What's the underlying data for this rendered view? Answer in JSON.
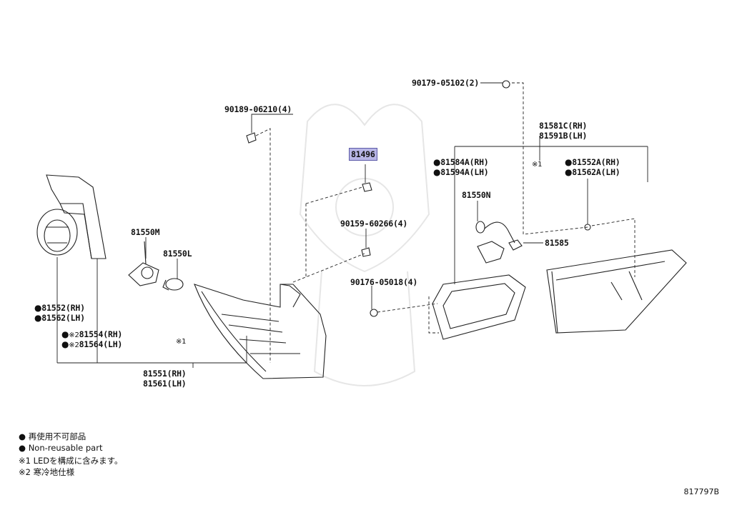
{
  "parts": {
    "p81496": "81496",
    "p90179": "90179-05102(2)",
    "p90189": "90189-06210(4)",
    "p90159": "90159-60266(4)",
    "p90176": "90176-05018(4)",
    "p81581c": "81581C(RH)",
    "p81591b": "81591B(LH)",
    "p81584a": "81584A(RH)",
    "p81594a": "81594A(LH)",
    "p81552a": "81552A(RH)",
    "p81562a": "81562A(LH)",
    "p81550n": "81550N",
    "p81585": "81585",
    "p81550m": "81550M",
    "p81550l": "81550L",
    "p81552": "81552(RH)",
    "p81562": "81562(LH)",
    "p81554": "81554(RH)",
    "p81564": "81564(LH)",
    "p81551": "81551(RH)",
    "p81561": "81561(LH)"
  },
  "marks": {
    "dot": "●",
    "note1": "※1",
    "note2": "※2"
  },
  "legend": {
    "line1": "● 再使用不可部品",
    "line2": "● Non-reusable part",
    "line3": "※1 LEDを構成に含みます。",
    "line4": "※2 寒冷地仕様"
  },
  "diagram_code": "817797B"
}
